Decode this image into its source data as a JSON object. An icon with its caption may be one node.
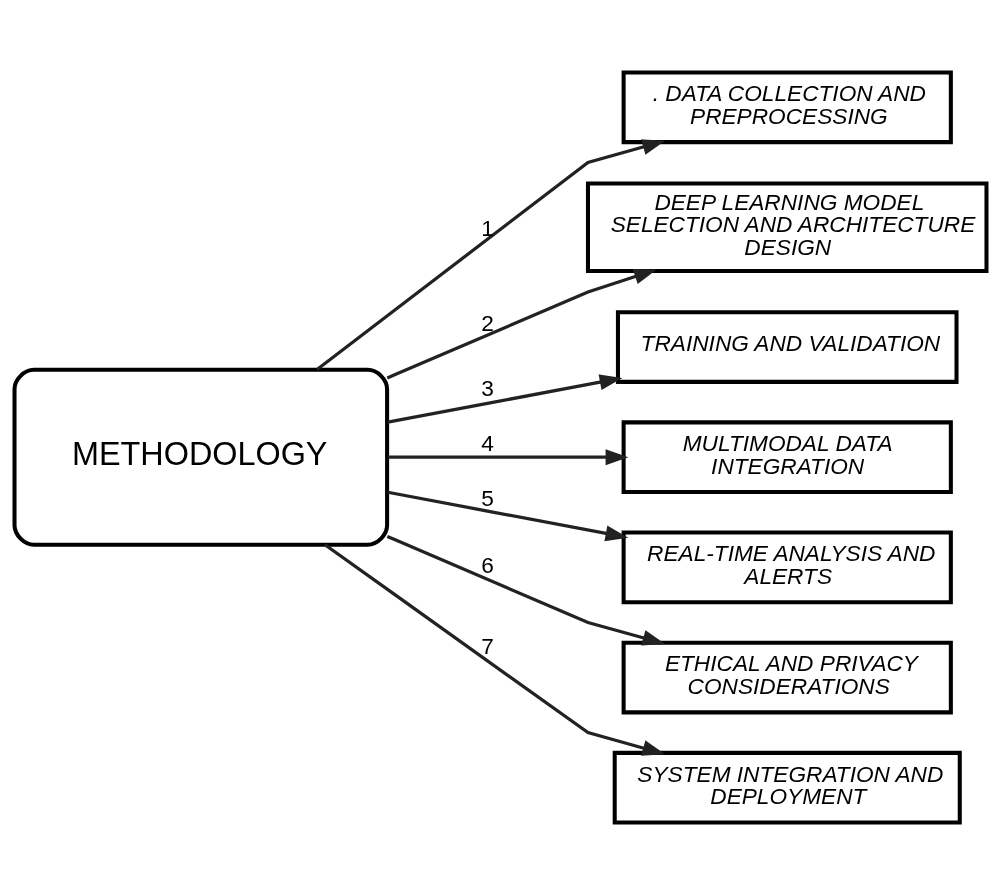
{
  "diagram": {
    "nodes": [
      {
        "text": [
          "METHODOLOGY"
        ]
      },
      {
        "text": [
          ". DATA COLLECTION AND PREPROCESSING"
        ]
      },
      {
        "text": [
          "DEEP LEARNING MODEL SELECTION AND ARCHITECTURE DESIGN"
        ]
      },
      {
        "text": [
          "TRAINING AND VALIDATION"
        ]
      },
      {
        "text": [
          "MULTIMODAL DATA INTEGRATION"
        ]
      },
      {
        "text": [
          "REAL-TIME ANALYSIS AND ALERTS"
        ]
      },
      {
        "text": [
          "ETHICAL AND PRIVACY CONSIDERATIONS"
        ]
      },
      {
        "text": [
          "SYSTEM INTEGRATION AND DEPLOYMENT"
        ]
      }
    ],
    "edges": [
      {
        "from": 0,
        "to": 1,
        "arrow": "to",
        "label": "1"
      },
      {
        "from": 0,
        "to": 2,
        "arrow": "to",
        "label": "2"
      },
      {
        "from": 0,
        "to": 3,
        "arrow": "to",
        "label": "3"
      },
      {
        "from": 0,
        "to": 4,
        "arrow": "to",
        "label": "4"
      },
      {
        "from": 0,
        "to": 5,
        "arrow": "to",
        "label": "5"
      },
      {
        "from": 0,
        "to": 6,
        "arrow": "to",
        "label": "6"
      },
      {
        "from": 0,
        "to": 7,
        "arrow": "to",
        "label": "7"
      }
    ]
  }
}
